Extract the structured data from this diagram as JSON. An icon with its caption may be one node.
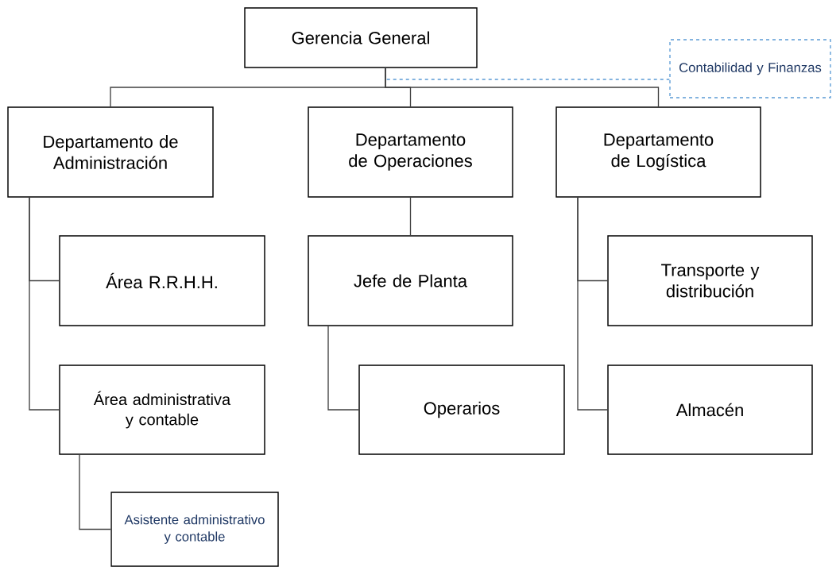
{
  "diagram": {
    "nodes": [
      {
        "text": [
          "Gerencia General"
        ]
      },
      {
        "text": [
          "Contabilidad y Finanzas"
        ]
      },
      {
        "text": [
          "Departamento de Administración"
        ]
      },
      {
        "text": [
          "Departamento de Operaciones"
        ]
      },
      {
        "text": [
          "Departamento de Logística"
        ]
      },
      {
        "text": [
          "Área R.R.H.H."
        ]
      },
      {
        "text": [
          "Jefe de Planta"
        ]
      },
      {
        "text": [
          "Transporte y distribución"
        ]
      },
      {
        "text": [
          "Área administrativa y contable"
        ]
      },
      {
        "text": [
          "Operarios"
        ]
      },
      {
        "text": [
          "Almacén"
        ]
      },
      {
        "text": [
          "Asistente administrativo y contable"
        ]
      }
    ],
    "edges": [
      {
        "from": 0,
        "to": 1,
        "arrow": "none",
        "style": "dashed",
        "color": "#5b9bd5"
      },
      {
        "from": 0,
        "to": 2,
        "arrow": "none"
      },
      {
        "from": 0,
        "to": 3,
        "arrow": "none"
      },
      {
        "from": 0,
        "to": 4,
        "arrow": "none"
      },
      {
        "from": 2,
        "to": 5,
        "arrow": "none"
      },
      {
        "from": 2,
        "to": 8,
        "arrow": "none"
      },
      {
        "from": 3,
        "to": 6,
        "arrow": "none"
      },
      {
        "from": 6,
        "to": 9,
        "arrow": "none"
      },
      {
        "from": 4,
        "to": 7,
        "arrow": "none"
      },
      {
        "from": 4,
        "to": 10,
        "arrow": "none"
      },
      {
        "from": 8,
        "to": 11,
        "arrow": "none"
      }
    ]
  }
}
